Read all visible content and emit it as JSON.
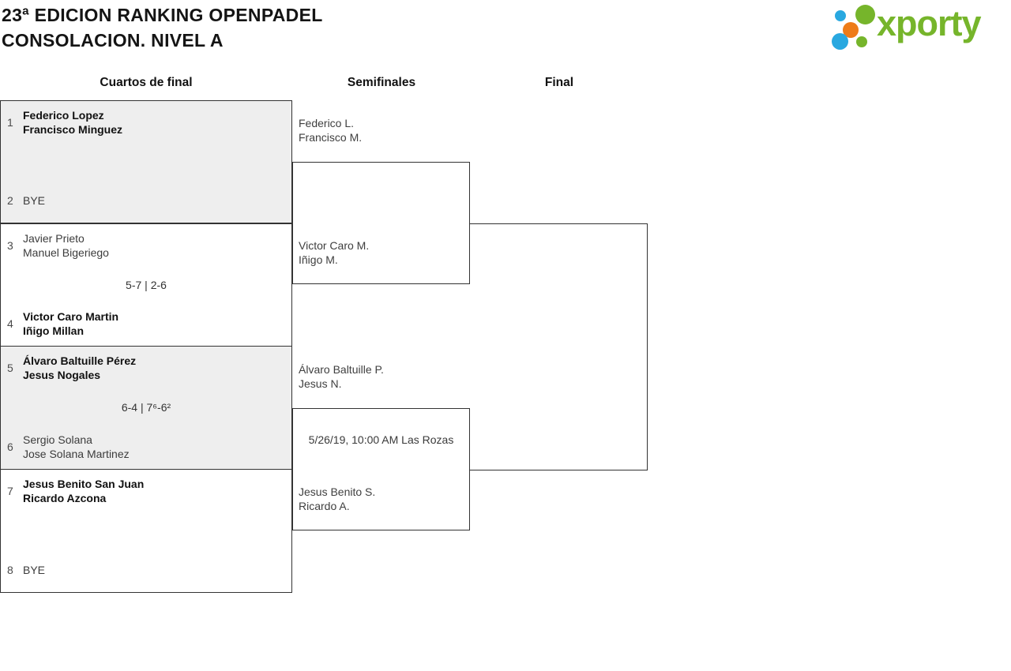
{
  "page": {
    "title_line1": "23ª EDICION RANKING OPENPADEL",
    "title_line2": "CONSOLACION. NIVEL A"
  },
  "logo": {
    "text": "xporty"
  },
  "colors": {
    "brand_green": "#76b52b",
    "dot_blue": "#29a8e0",
    "dot_orange": "#ee7c18",
    "shaded_box_gray": "#eeeeee",
    "bracket_line": "#333333"
  },
  "round_headers": {
    "quarterfinals": "Cuartos de final",
    "semifinals": "Semifinales",
    "final": "Final"
  },
  "quarterfinals": [
    {
      "shaded": true,
      "score": "",
      "top": {
        "seed": "1",
        "name1": "Federico Lopez",
        "name2": "Francisco Minguez",
        "winner": true
      },
      "bottom": {
        "seed": "2",
        "name1": "BYE",
        "name2": "",
        "winner": false
      }
    },
    {
      "shaded": false,
      "score": "5-7 | 2-6",
      "top": {
        "seed": "3",
        "name1": "Javier Prieto",
        "name2": "Manuel Bigeriego",
        "winner": false
      },
      "bottom": {
        "seed": "4",
        "name1": "Victor Caro Martin",
        "name2": "Iñigo Millan",
        "winner": true
      }
    },
    {
      "shaded": true,
      "score": "6-4 | 7⁶-6²",
      "top": {
        "seed": "5",
        "name1": "Álvaro Baltuille Pérez",
        "name2": "Jesus Nogales",
        "winner": true
      },
      "bottom": {
        "seed": "6",
        "name1": "Sergio Solana",
        "name2": "Jose Solana Martinez",
        "winner": false
      }
    },
    {
      "shaded": false,
      "score": "",
      "top": {
        "seed": "7",
        "name1": "Jesus Benito San Juan",
        "name2": "Ricardo Azcona",
        "winner": true
      },
      "bottom": {
        "seed": "8",
        "name1": "BYE",
        "name2": "",
        "winner": false
      }
    }
  ],
  "semifinals": [
    {
      "top": {
        "name1": "Federico L.",
        "name2": "Francisco M."
      },
      "bottom": {
        "name1": "Victor Caro M.",
        "name2": "Iñigo M."
      },
      "note": ""
    },
    {
      "top": {
        "name1": "Álvaro Baltuille P.",
        "name2": "Jesus N."
      },
      "bottom": {
        "name1": "Jesus Benito S.",
        "name2": "Ricardo A."
      },
      "note": "5/26/19, 10:00 AM Las Rozas"
    }
  ]
}
